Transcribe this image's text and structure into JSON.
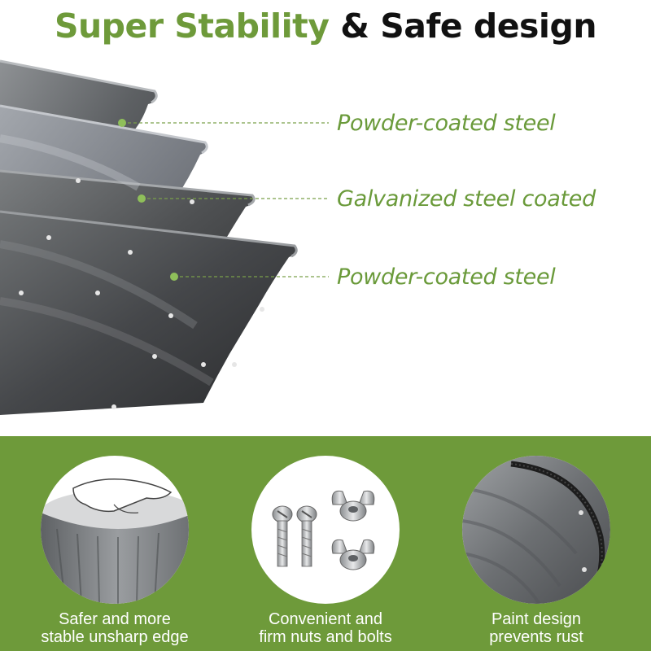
{
  "title": {
    "part1": "Super Stability",
    "part2": "& Safe design"
  },
  "layers": [
    {
      "label": "Powder-coated steel"
    },
    {
      "label": "Galvanized steel coated"
    },
    {
      "label": "Powder-coated steel"
    }
  ],
  "features": [
    {
      "icon": "rounded-edge-hand-icon",
      "line1": "Safer and more",
      "line2": "stable unsharp edge"
    },
    {
      "icon": "nuts-and-bolts-icon",
      "line1": "Convenient and",
      "line2": "firm nuts and bolts"
    },
    {
      "icon": "painted-bed-rim-icon",
      "line1": "Paint design",
      "line2": "prevents rust"
    }
  ],
  "colors": {
    "accent_green": "#6e9a3a",
    "panel_gray": "#6a6d70"
  }
}
